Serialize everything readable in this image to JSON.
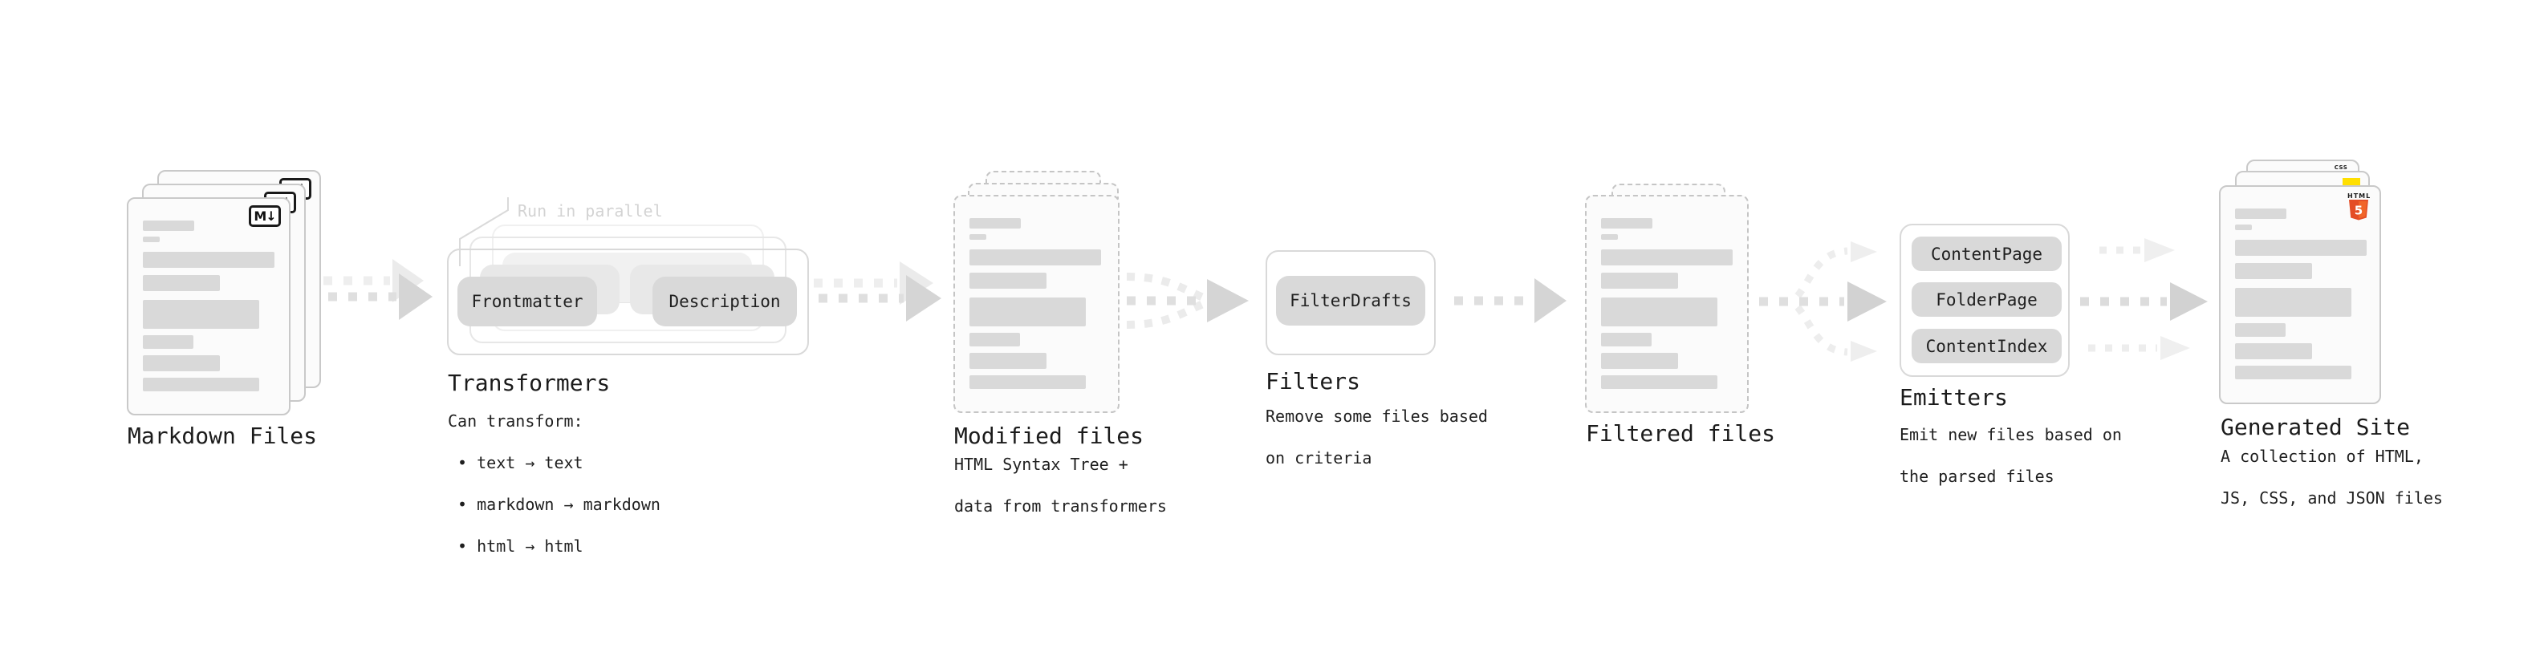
{
  "stages": {
    "markdown_files": {
      "title": "Markdown Files",
      "badge": "M↓"
    },
    "transformers": {
      "title": "Transformers",
      "note": "Run in parallel",
      "pill_left": "Frontmatter",
      "pill_right": "Description",
      "desc": [
        "Can transform:",
        " • text → text",
        " • markdown → markdown",
        " • html → html"
      ]
    },
    "modified_files": {
      "title": "Modified files",
      "desc": [
        "HTML Syntax Tree +",
        "data from transformers"
      ]
    },
    "filters": {
      "title": "Filters",
      "pill": "FilterDrafts",
      "desc": [
        "Remove some files based",
        "on criteria"
      ]
    },
    "filtered_files": {
      "title": "Filtered files"
    },
    "emitters": {
      "title": "Emitters",
      "pills": [
        "ContentPage",
        "FolderPage",
        "ContentIndex"
      ],
      "desc": [
        "Emit new files based on",
        "the parsed files"
      ]
    },
    "generated_site": {
      "title": "Generated Site",
      "badges": {
        "html_label": "HTML",
        "html_number": "5",
        "css_label": "CSS"
      },
      "desc": [
        "A collection of HTML,",
        "JS, CSS, and JSON files"
      ]
    }
  },
  "colors": {
    "html5_shield": "#e44d26",
    "html5_shield_light": "#f16529",
    "js_yellow": "#ffdf00",
    "css_blue": "#2862e9"
  }
}
